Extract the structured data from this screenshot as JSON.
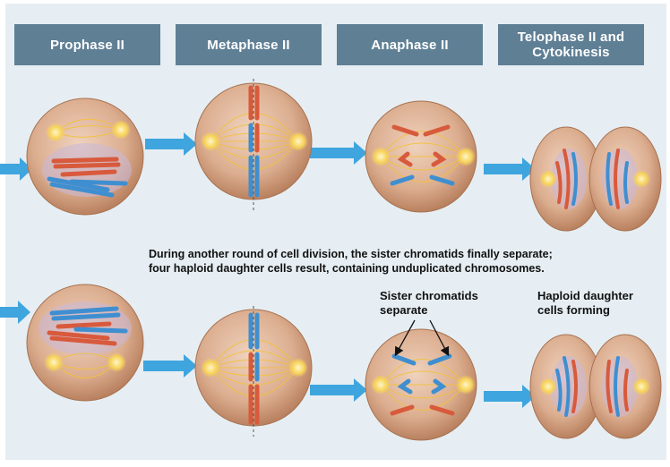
{
  "headers": [
    {
      "lines": [
        "Prophase II"
      ]
    },
    {
      "lines": [
        "Metaphase II"
      ]
    },
    {
      "lines": [
        "Anaphase II"
      ]
    },
    {
      "lines": [
        "Telophase II and",
        "Cytokinesis"
      ]
    }
  ],
  "caption": {
    "line1": "During another round of cell division, the sister chromatids finally separate;",
    "line2": "four haploid daughter cells result, containing unduplicated chromosomes."
  },
  "labels": {
    "sister_chromatids": [
      "Sister chromatids",
      "separate"
    ],
    "haploid": [
      "Haploid daughter",
      "cells forming"
    ]
  },
  "colors": {
    "header_bg": "#5f7f95",
    "background": "#e6eef3",
    "cell_fill": "#d9a98a",
    "chromosome_red": "#d85a3c",
    "chromosome_blue": "#3f8fd0",
    "spindle": "#f2c23a",
    "arrow": "#3fa5de"
  }
}
